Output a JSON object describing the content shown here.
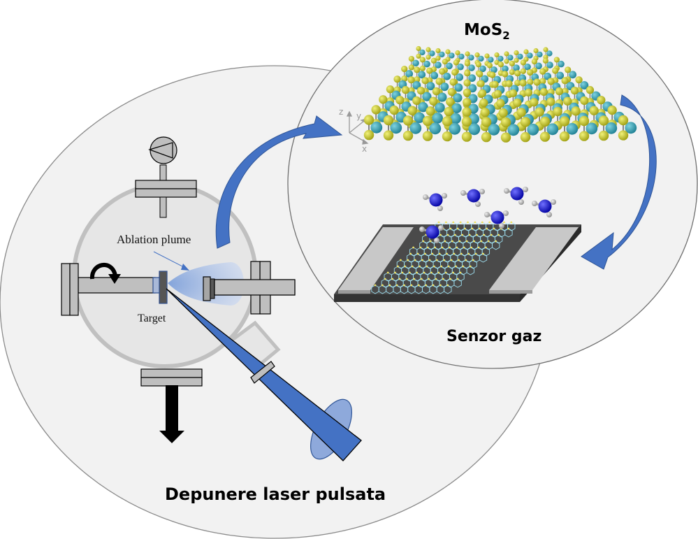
{
  "diagram": {
    "left_panel": {
      "title": "Depunere laser pulsata",
      "labels": {
        "ablation_plume": "Ablation plume",
        "target": "Target"
      }
    },
    "right_panel": {
      "material_title_main": "MoS",
      "material_title_subscript": "2",
      "sensor_title": "Senzor gaz",
      "axes": {
        "z": "z",
        "y": "y",
        "x": "x"
      }
    },
    "colors": {
      "arrow_blue": "#4472C4",
      "circle_fill": "#F2F2F2",
      "chamber_fill": "#E6E6E6",
      "part_gray": "#BFBFBF",
      "mo_atom": "#2E9BB0",
      "s_atom": "#C8C828",
      "nitrogen_atom": "#1010D0",
      "hydrogen_atom": "#BBBBBB"
    }
  }
}
